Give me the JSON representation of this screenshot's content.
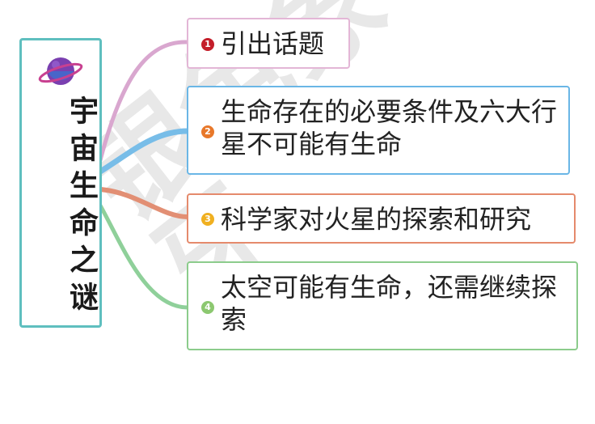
{
  "root": {
    "title": "宇宙生命之谜"
  },
  "watermark": "银色象牙",
  "nodes": [
    {
      "num": "1",
      "text": "引出话题",
      "color": "#c43c78",
      "border": "#e3b6d6",
      "line": "#d9a7cf"
    },
    {
      "num": "2",
      "text": "生命存在的必要条件及六大行星不可能有生命",
      "color": "#e87a2c",
      "border": "#6ab6e6",
      "line": "#78bde8"
    },
    {
      "num": "3",
      "text": "科学家对火星的探索和研究",
      "color": "#f0b020",
      "border": "#e58a6c",
      "line": "#e28f74"
    },
    {
      "num": "4",
      "text": "太空可能有生命，还需继续探索",
      "color": "#8cc870",
      "border": "#8ccc8c",
      "line": "#8fd09a"
    }
  ]
}
